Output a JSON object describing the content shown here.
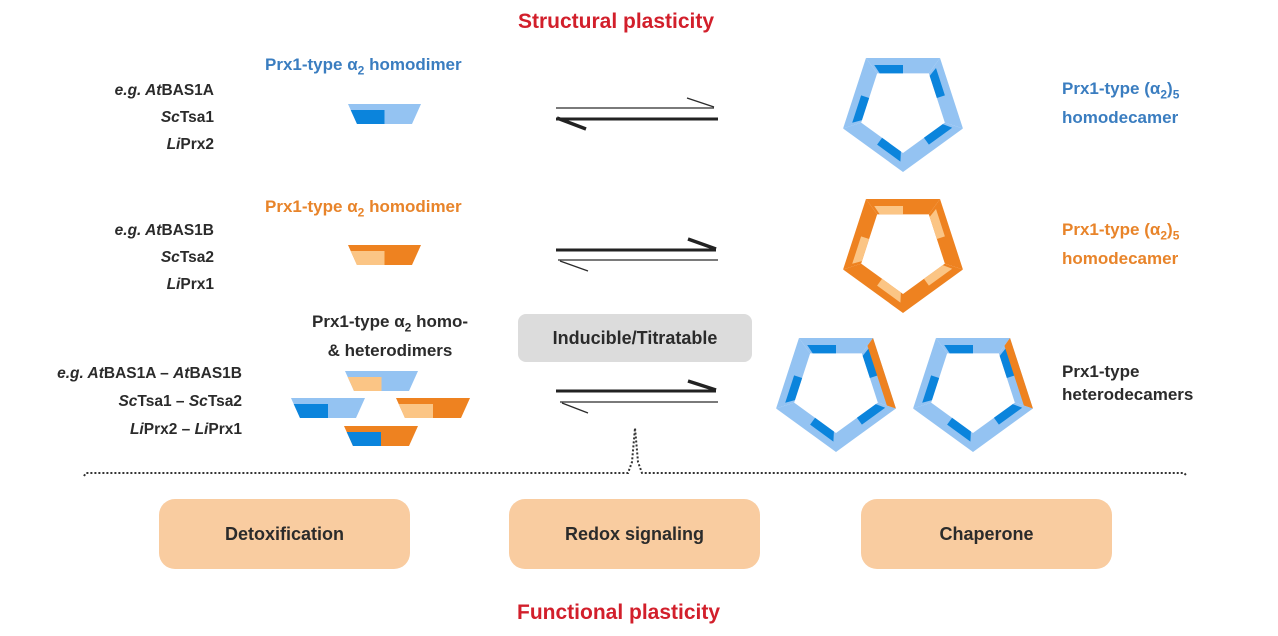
{
  "titles": {
    "structural": "Structural plasticity",
    "functional": "Functional plasticity"
  },
  "colors": {
    "light_blue": "#94c3f2",
    "dark_blue": "#0b84dc",
    "orange": "#ee8220",
    "light_orange": "#fbc585",
    "title_red": "#d21f2b",
    "box_peach": "#f9cca0",
    "box_gray": "#dcdcdc"
  },
  "rows": [
    {
      "dimer_label": "Prx1-type α",
      "dimer_sub": "2",
      "dimer_suffix": " homodimer",
      "species": [
        {
          "prefix": "e.g. ",
          "italic": "At",
          "rest": "BAS1A"
        },
        {
          "prefix": "",
          "italic": "Sc",
          "rest": "Tsa1"
        },
        {
          "prefix": "",
          "italic": "Li",
          "rest": "Prx2"
        }
      ],
      "decamer_line1": "Prx1-type (α",
      "decamer_sub": "2",
      "decamer_close": ")",
      "decamer_sub2": "5",
      "decamer_line2": "homodecamer",
      "equilibrium": "favors dimer"
    },
    {
      "dimer_label": "Prx1-type α",
      "dimer_sub": "2",
      "dimer_suffix": " homodimer",
      "species": [
        {
          "prefix": "e.g. ",
          "italic": "At",
          "rest": "BAS1B"
        },
        {
          "prefix": "",
          "italic": "Sc",
          "rest": "Tsa2"
        },
        {
          "prefix": "",
          "italic": "Li",
          "rest": "Prx1"
        }
      ],
      "decamer_line1": "Prx1-type (α",
      "decamer_sub": "2",
      "decamer_close": ")",
      "decamer_sub2": "5",
      "decamer_line2": "homodecamer",
      "equilibrium": "favors decamer"
    },
    {
      "dimer_label_line1_a": "Prx1-type α",
      "dimer_sub": "2",
      "dimer_label_line1_b": " homo-",
      "dimer_label_line2": "& heterodimers",
      "species": [
        {
          "prefix": "e.g. ",
          "italic": "At",
          "rest": "BAS1A – ",
          "italic2": "At",
          "rest2": "BAS1B"
        },
        {
          "prefix": "",
          "italic": "Sc",
          "rest": "Tsa1 – ",
          "italic2": "Sc",
          "rest2": "Tsa2"
        },
        {
          "prefix": "",
          "italic": "Li",
          "rest": "Prx2 – ",
          "italic2": "Li",
          "rest2": "Prx1"
        }
      ],
      "inducible_label": "Inducible/Titratable",
      "decamer_line1": "Prx1-type",
      "decamer_line2": "heterodecamers",
      "equilibrium": "favors decamer"
    }
  ],
  "functions": [
    "Detoxification",
    "Redox signaling",
    "Chaperone"
  ]
}
